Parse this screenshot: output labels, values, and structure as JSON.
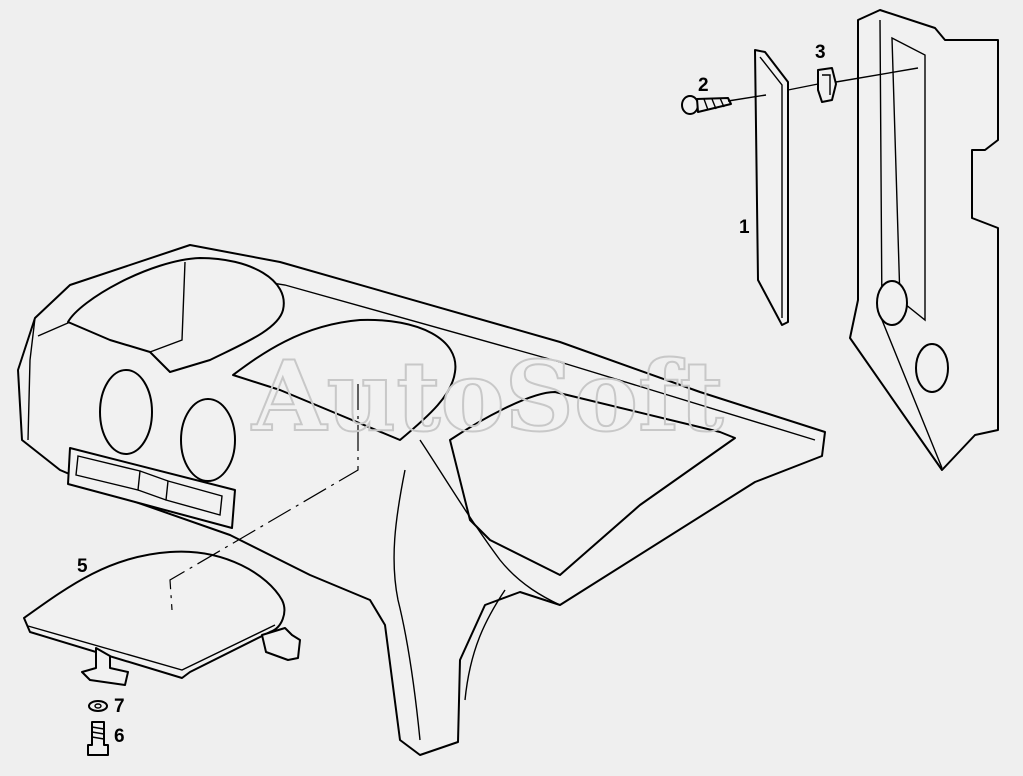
{
  "diagram": {
    "watermark": "AutoSoft",
    "callouts": [
      {
        "id": "1",
        "text": "1"
      },
      {
        "id": "2",
        "text": "2"
      },
      {
        "id": "3",
        "text": "3"
      },
      {
        "id": "5",
        "text": "5"
      },
      {
        "id": "6",
        "text": "6"
      },
      {
        "id": "7",
        "text": "7"
      }
    ]
  }
}
